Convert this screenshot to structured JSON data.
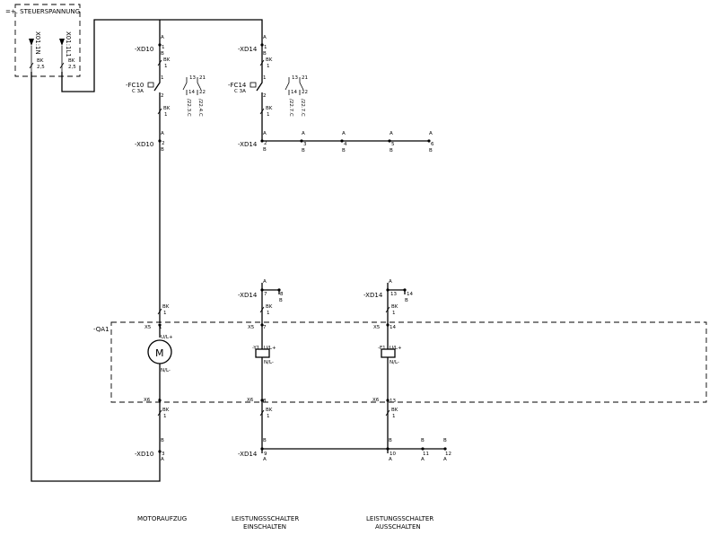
{
  "supply": {
    "label": "=+. STEUERSPANNUNG",
    "terminal_n": "X01:1N",
    "terminal_l1": "X01:1L1",
    "wire_color": "BK",
    "wire_size": "2,5"
  },
  "common": {
    "a": "A",
    "b": "B",
    "bk": "BK",
    "one": "1",
    "x5": "X5",
    "x6": "X6",
    "ul": "U/L+",
    "nl": "N/L-",
    "c3a": "C 3A"
  },
  "col1": {
    "xd_top": "-XD10",
    "t1": "1",
    "fc": "-FC10",
    "t2": "2",
    "fc_out": "2",
    "aux_13": "13",
    "aux_21": "21",
    "aux_14": "14",
    "aux_22": "22",
    "ref_a": "/22.3.C",
    "ref_b": "/22.4.C",
    "xd_mid": "-XD10",
    "tmid": "2",
    "qa": "-QA1",
    "motor": "M",
    "t_x5": "1",
    "t_x6": "1",
    "xd_bot": "-XD10",
    "tbot": "3",
    "caption": "MOTORAUFZUG"
  },
  "col2": {
    "xd_top": "-XD14",
    "t1": "1",
    "fc": "-FC14",
    "t2": "2",
    "fc_out": "2",
    "aux_13": "13",
    "aux_21": "21",
    "aux_14": "14",
    "aux_22": "22",
    "ref_a": "/22.7.C",
    "ref_b": "/22.7.C",
    "xd_mid": "-XD14",
    "tmid": "2",
    "bridge_terms": [
      "3",
      "4",
      "5",
      "6"
    ],
    "xd_mid2": "-XD14",
    "t7": "7",
    "t8": "8",
    "t_x5": "7",
    "coil": "-Y1",
    "t_x6": "8",
    "xd_bot": "-XD14",
    "tbot": "9",
    "caption_1": "LEISTUNGSSCHALTER",
    "caption_2": "EINSCHALTEN"
  },
  "col3": {
    "xd_mid2": "-XD14",
    "t13": "13",
    "t14": "14",
    "t_x5": "14",
    "coil": "-F1",
    "t_x6": "13",
    "tbot": "10",
    "bridge_terms": [
      "11",
      "12"
    ],
    "caption_1": "LEISTUNGSSCHALTER",
    "caption_2": "AUSSCHALTEN"
  }
}
